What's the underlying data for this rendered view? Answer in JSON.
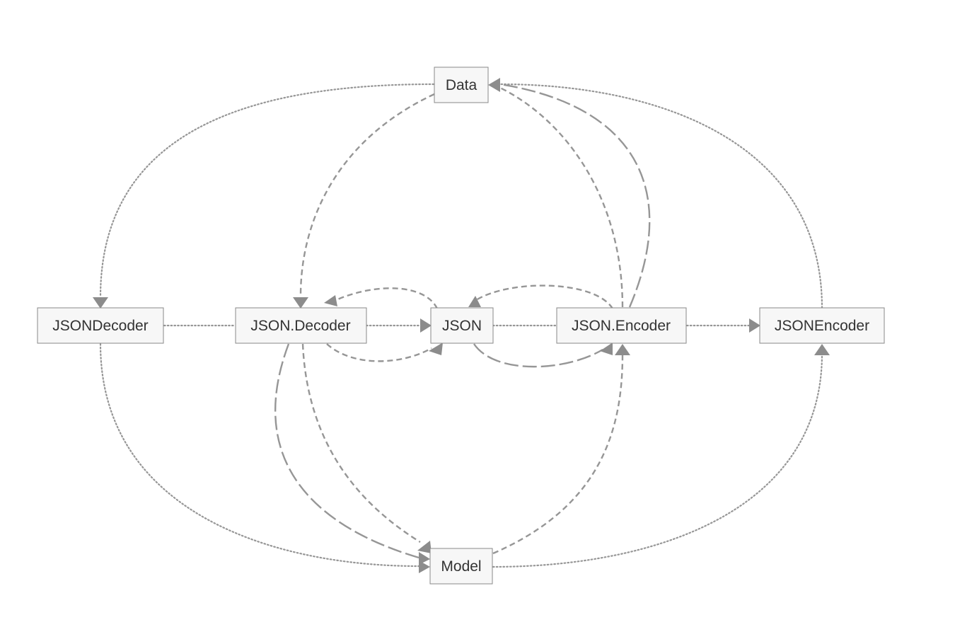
{
  "nodes": {
    "data": "Data",
    "json_decoder_class": "JSONDecoder",
    "json_decode": "JSON.Decoder",
    "json": "JSON",
    "json_encode": "JSON.Encoder",
    "json_encoder_class": "JSONEncoder",
    "model": "Model"
  },
  "edge_styles": [
    "dotted",
    "dashed",
    "long-dashed"
  ],
  "colors": {
    "edge": "#969696",
    "arrow": "#8c8c8c",
    "node_fill": "#f7f7f7",
    "node_border": "#8a8a8a",
    "text": "#333333"
  }
}
